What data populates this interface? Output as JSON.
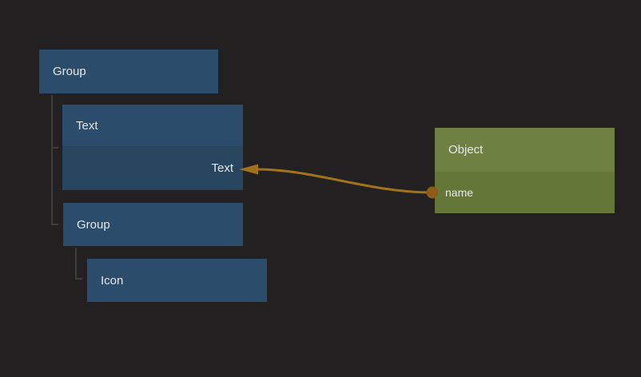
{
  "canvas": {
    "background": "#222020",
    "colors": {
      "tree_node_fill": "#2b4c6a",
      "tree_node_port_fill": "#284560",
      "object_node_header_fill": "#6f8142",
      "object_node_row_fill": "#657639",
      "connector_line": "#3d3d3d",
      "wire": "#a0721c",
      "wire_dot": "#8d5c16",
      "label_text": "#e9e9e9"
    }
  },
  "tree": {
    "nodes": [
      {
        "label": "Group"
      },
      {
        "label": "Text",
        "port_label": "Text"
      },
      {
        "label": "Group"
      },
      {
        "label": "Icon"
      }
    ]
  },
  "object_node": {
    "title": "Object",
    "property_label": "name"
  },
  "wire": {
    "from": "Object.name",
    "to": "Text.Text-port"
  }
}
